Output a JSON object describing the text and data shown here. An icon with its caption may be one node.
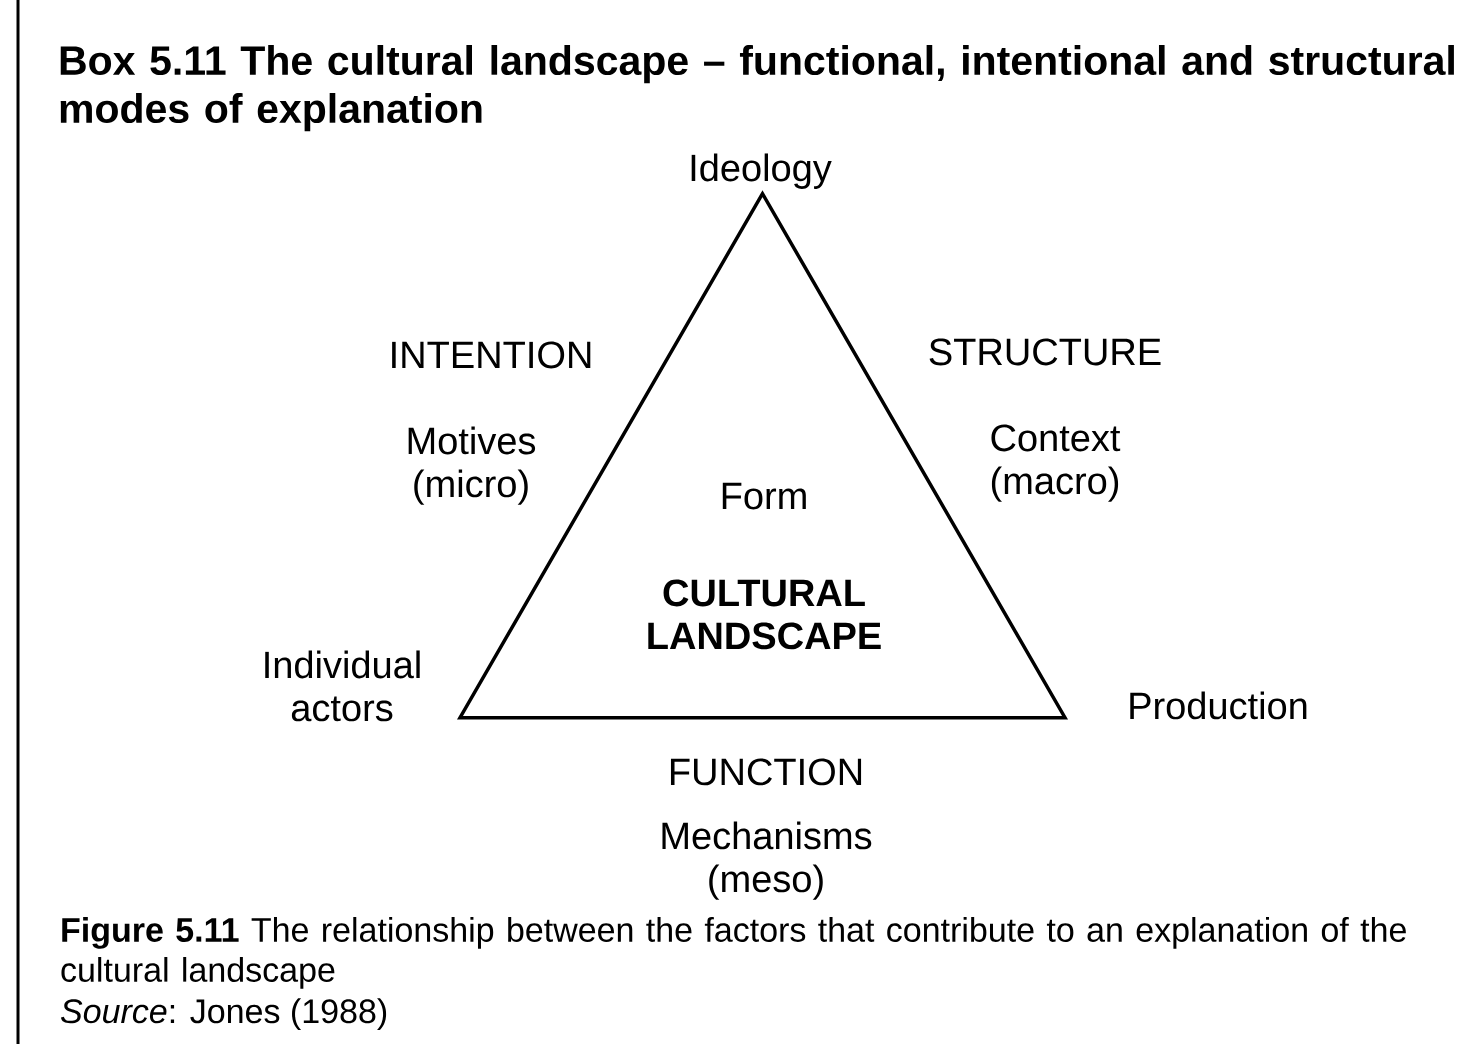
{
  "diagram": {
    "title": "Box 5.11 The cultural landscape – functional, intentional and structural modes of explanation",
    "caption": "**Figure 5.11** The relationship between the factors that contribute to an explanation of the cultural landscape",
    "nodes": [
      {
        "text": [
          "Form",
          "CULTURAL LANDSCAPE"
        ]
      }
    ],
    "labels": [
      "Ideology",
      "INTENTION",
      "STRUCTURE",
      "Motives (micro)",
      "Context (macro)",
      "Individual actors",
      "Production",
      "FUNCTION",
      "Mechanisms (meso)",
      "*Source*: Jones (1988)"
    ]
  }
}
